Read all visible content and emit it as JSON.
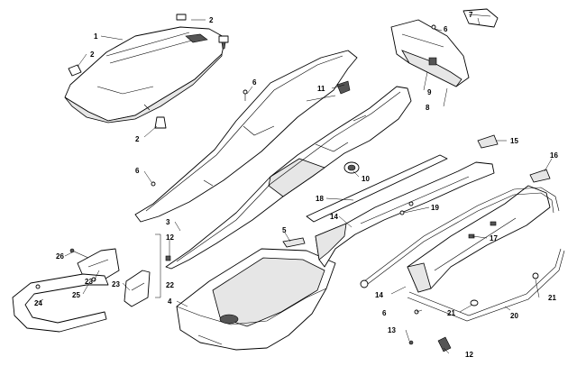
{
  "diagram": {
    "callouts": [
      {
        "id": "c1",
        "label": "1"
      },
      {
        "id": "c2a",
        "label": "2"
      },
      {
        "id": "c2b",
        "label": "2"
      },
      {
        "id": "c2c",
        "label": "2"
      },
      {
        "id": "c3",
        "label": "3"
      },
      {
        "id": "c4",
        "label": "4"
      },
      {
        "id": "c5",
        "label": "5"
      },
      {
        "id": "c6a",
        "label": "6"
      },
      {
        "id": "c6b",
        "label": "6"
      },
      {
        "id": "c6c",
        "label": "6"
      },
      {
        "id": "c6d",
        "label": "6"
      },
      {
        "id": "c7",
        "label": "7"
      },
      {
        "id": "c8",
        "label": "8"
      },
      {
        "id": "c9",
        "label": "9"
      },
      {
        "id": "c10",
        "label": "10"
      },
      {
        "id": "c11",
        "label": "11"
      },
      {
        "id": "c12a",
        "label": "12"
      },
      {
        "id": "c12b",
        "label": "12"
      },
      {
        "id": "c13",
        "label": "13"
      },
      {
        "id": "c14a",
        "label": "14"
      },
      {
        "id": "c14b",
        "label": "14"
      },
      {
        "id": "c15",
        "label": "15"
      },
      {
        "id": "c16",
        "label": "16"
      },
      {
        "id": "c17",
        "label": "17"
      },
      {
        "id": "c18",
        "label": "18"
      },
      {
        "id": "c19",
        "label": "19"
      },
      {
        "id": "c20",
        "label": "20"
      },
      {
        "id": "c21a",
        "label": "21"
      },
      {
        "id": "c21b",
        "label": "21"
      },
      {
        "id": "c22",
        "label": "22"
      },
      {
        "id": "c23a",
        "label": "23"
      },
      {
        "id": "c23b",
        "label": "23"
      },
      {
        "id": "c24",
        "label": "24"
      },
      {
        "id": "c25",
        "label": "25"
      },
      {
        "id": "c26",
        "label": "26"
      }
    ]
  }
}
